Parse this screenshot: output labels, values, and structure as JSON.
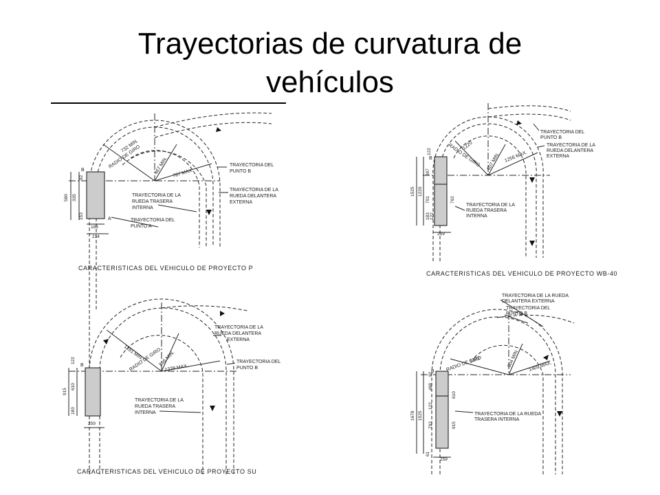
{
  "slide": {
    "title_line1": "Trayectorias de curvatura de",
    "title_line2": "vehículos"
  },
  "panels": {
    "p": {
      "caption": "CARACTERISTICAS DEL VEHICULO DE PROYECTO  P",
      "radio_de_giro": "RADIO DE GIRO",
      "r_732": "732 MIN.",
      "r_467": "467 MIN.",
      "r_787": "787 MAX.",
      "tray_punto_b": [
        "TRAYECTORIA DEL",
        "PUNTO  B"
      ],
      "tray_rueda_delantera": [
        "TRAYECTORIA DE LA",
        "RUEDA DELANTERA",
        "EXTERNA"
      ],
      "tray_rueda_trasera": [
        "TRAYECTORIA DE LA",
        "RUEDA TRASERA",
        "INTERNA"
      ],
      "tray_punto_a": [
        "TRAYECTORIA DEL",
        "PUNTO  A"
      ],
      "point_a": "A",
      "point_b": "B",
      "dims": [
        "580",
        "335",
        "92",
        "153",
        "183",
        "214"
      ]
    },
    "wb40": {
      "caption": "CARACTERISTICAS  DEL  VEHICULO  DE  PROYECTO  WB-40",
      "radio_de_giro": "RADIO DE GIRO",
      "r_1220": "1220",
      "r_607": "607 MIN.",
      "r_1256": "1256 MAX.",
      "tray_punto_b": [
        "TRAYECTORIA DEL",
        "PUNTO  B"
      ],
      "tray_rueda_delantera": [
        "TRAYECTORIA DE LA",
        "RUEDA DELANTERA",
        "EXTERNA"
      ],
      "tray_rueda_trasera": [
        "TRAYECTORIA DE LA",
        "RUEDA TRASERA",
        "INTERNA"
      ],
      "point_b": "B",
      "dims": [
        "122",
        "397",
        "1525",
        "1220",
        "701",
        "762",
        "183",
        "122",
        "259"
      ]
    },
    "su": {
      "caption": "CARACTERISTICAS DEL VEHICULO DE PROYECTO SU",
      "radio_de_giro": "RADIO DE GIRO",
      "r_1281": "1281 MIN.",
      "r_866": "866 MIN.",
      "r_1339": "1339 MAX.",
      "tray_rueda_delantera": [
        "TRAYECTORIA DE LA",
        "RUEDA DELANTERA",
        "EXTERNA"
      ],
      "tray_punto_b": [
        "TRAYECTORIA DEL",
        "PUNTO  B"
      ],
      "tray_rueda_trasera": [
        "TRAYECTORIA DE LA",
        "RUEDA TRASERA",
        "INTERNA"
      ],
      "point_b": "B",
      "dims": [
        "122",
        "915",
        "610",
        "183",
        "259"
      ]
    },
    "wb50": {
      "tray_rueda_delantera": [
        "TRAYECTORIA DE LA RUEDA",
        "DELANTERA EXTERNA"
      ],
      "tray_punto_b": [
        "TRAYECTORIA DEL",
        "PUNTO  B"
      ],
      "radio_de_giro": "RADIO DE GIRO",
      "r_1372": "1372",
      "r_604": "604 MIN.",
      "r_1409": "1409 MAX.",
      "tray_rueda_trasera": [
        "TRAYECTORIA DE LA RUEDA",
        "TRASERA  INTERNA"
      ],
      "point_b": "B",
      "dims": [
        "92",
        "488",
        "1678",
        "1525",
        "793",
        "610",
        "915",
        "122",
        "61",
        "259"
      ]
    }
  }
}
